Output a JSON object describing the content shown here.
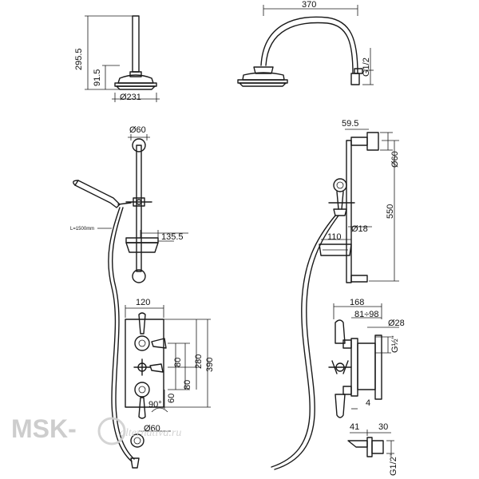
{
  "dimensions": {
    "top_left_height": "295.5",
    "top_left_drop": "91.5",
    "top_left_diameter": "Ø231",
    "top_right_width": "370",
    "top_right_thread": "G1/2",
    "rail_bracket_diameter": "Ø60",
    "hose_length": "L=1500mm",
    "soap_dish_width": "135.5",
    "rail_offset": "59.5",
    "rail_diameter_side": "Ø60",
    "rail_height": "550",
    "slider_diameter": "Ø18",
    "dish_depth": "110",
    "valve_width": "120",
    "valve_spacing_1": "80",
    "valve_spacing_2": "80",
    "valve_height_1": "280",
    "valve_height_2": "390",
    "valve_bottom": "60",
    "angle": "90°",
    "outlet_diameter": "Ø60",
    "valve_depth_total": "168",
    "valve_depth_range": "81÷98",
    "spindle_diameter": "Ø28",
    "valve_thread": "G½\"",
    "valve_small_dim": "4",
    "outlet_dim_a": "41",
    "outlet_dim_b": "30",
    "outlet_thread": "G1/2\""
  },
  "watermark": {
    "brand": "MSK-",
    "site": "alternativa.ru"
  }
}
